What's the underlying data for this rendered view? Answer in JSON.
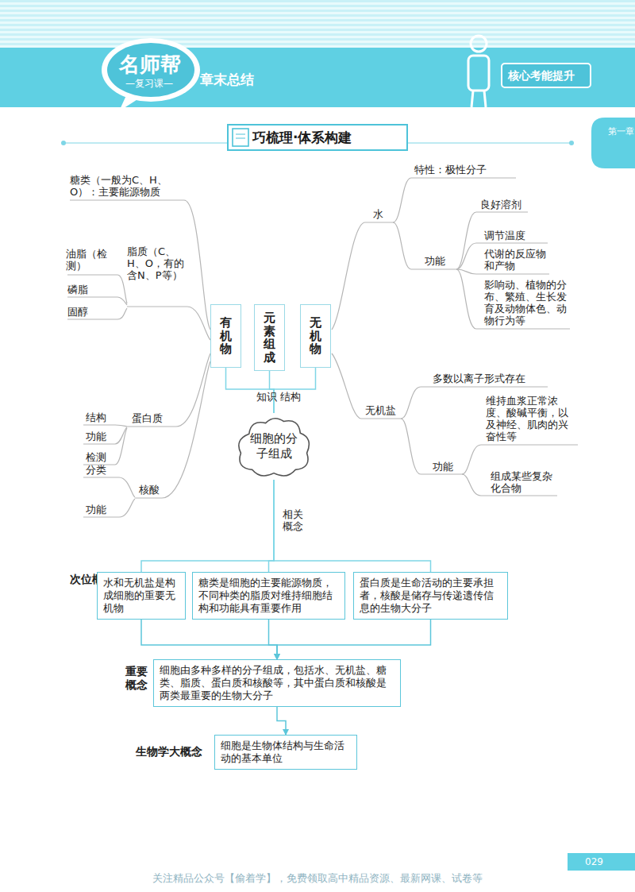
{
  "diagram": {
    "title": "巧梳理·体系构建",
    "nodes": [
      {
        "text": [
          "有机物"
        ]
      },
      {
        "text": [
          "元素组成"
        ]
      },
      {
        "text": [
          "无机物"
        ]
      },
      {
        "text": [
          "细胞的分子组成"
        ]
      },
      {
        "text": [
          "水和无机盐是构成细胞的重要无机物"
        ]
      },
      {
        "text": [
          "糖类是细胞的主要能源物质，不同种类的脂质对维持细胞结构和功能具有重要作用"
        ]
      },
      {
        "text": [
          "蛋白质是生命活动的主要承担者，核酸是储存与传递遗传信息的生物大分子"
        ]
      },
      {
        "text": [
          "重要概念",
          "细胞由多种多样的分子组成，包括水、无机盐、糖类、脂质、蛋白质和核酸等，其中蛋白质和核酸是两类最重要的生物大分子"
        ]
      },
      {
        "text": [
          "生物学大概念",
          "细胞是生物体结构与生命活动的基本单位"
        ]
      }
    ],
    "edges": [
      {
        "from": 3,
        "to": 0,
        "arrow": "none"
      },
      {
        "from": 3,
        "to": 1,
        "arrow": "none"
      },
      {
        "from": 3,
        "to": 2,
        "arrow": "none"
      },
      {
        "from": 3,
        "to": 4,
        "arrow": "none"
      },
      {
        "from": 3,
        "to": 5,
        "arrow": "none"
      },
      {
        "from": 3,
        "to": 6,
        "arrow": "none"
      },
      {
        "from": 4,
        "to": 7,
        "arrow": "to"
      },
      {
        "from": 5,
        "to": 7,
        "arrow": "to"
      },
      {
        "from": 6,
        "to": 7,
        "arrow": "to"
      },
      {
        "from": 7,
        "to": 8,
        "arrow": "to"
      }
    ],
    "labels": [
      "名师帮",
      "—复习课—",
      "章末总结",
      "核心考能提升",
      "第一章",
      "糖类（一般为C、H、O）：主要能源物质",
      "油脂（检测）",
      "磷脂",
      "固醇",
      "脂质（C、H、O，有的含N、P等）",
      "结构",
      "功能",
      "检测",
      "蛋白质",
      "分类",
      "功能",
      "核酸",
      "水",
      "特性：极性分子",
      "功能",
      "良好溶剂",
      "调节温度",
      "代谢的反应物和产物",
      "影响动、植物的分布、繁殖、生长发育及动物体色、动物行为等",
      "无机盐",
      "多数以离子形式存在",
      "功能",
      "维持血浆正常浓度、酸碱平衡，以及神经、肌肉的兴奋性等",
      "组成某些复杂化合物",
      "知识",
      "结构",
      "相关概念",
      "次位概念",
      "029",
      "关注精品公众号【偷着学】，免费领取高中精品资源、最新网课、试卷等"
    ]
  }
}
